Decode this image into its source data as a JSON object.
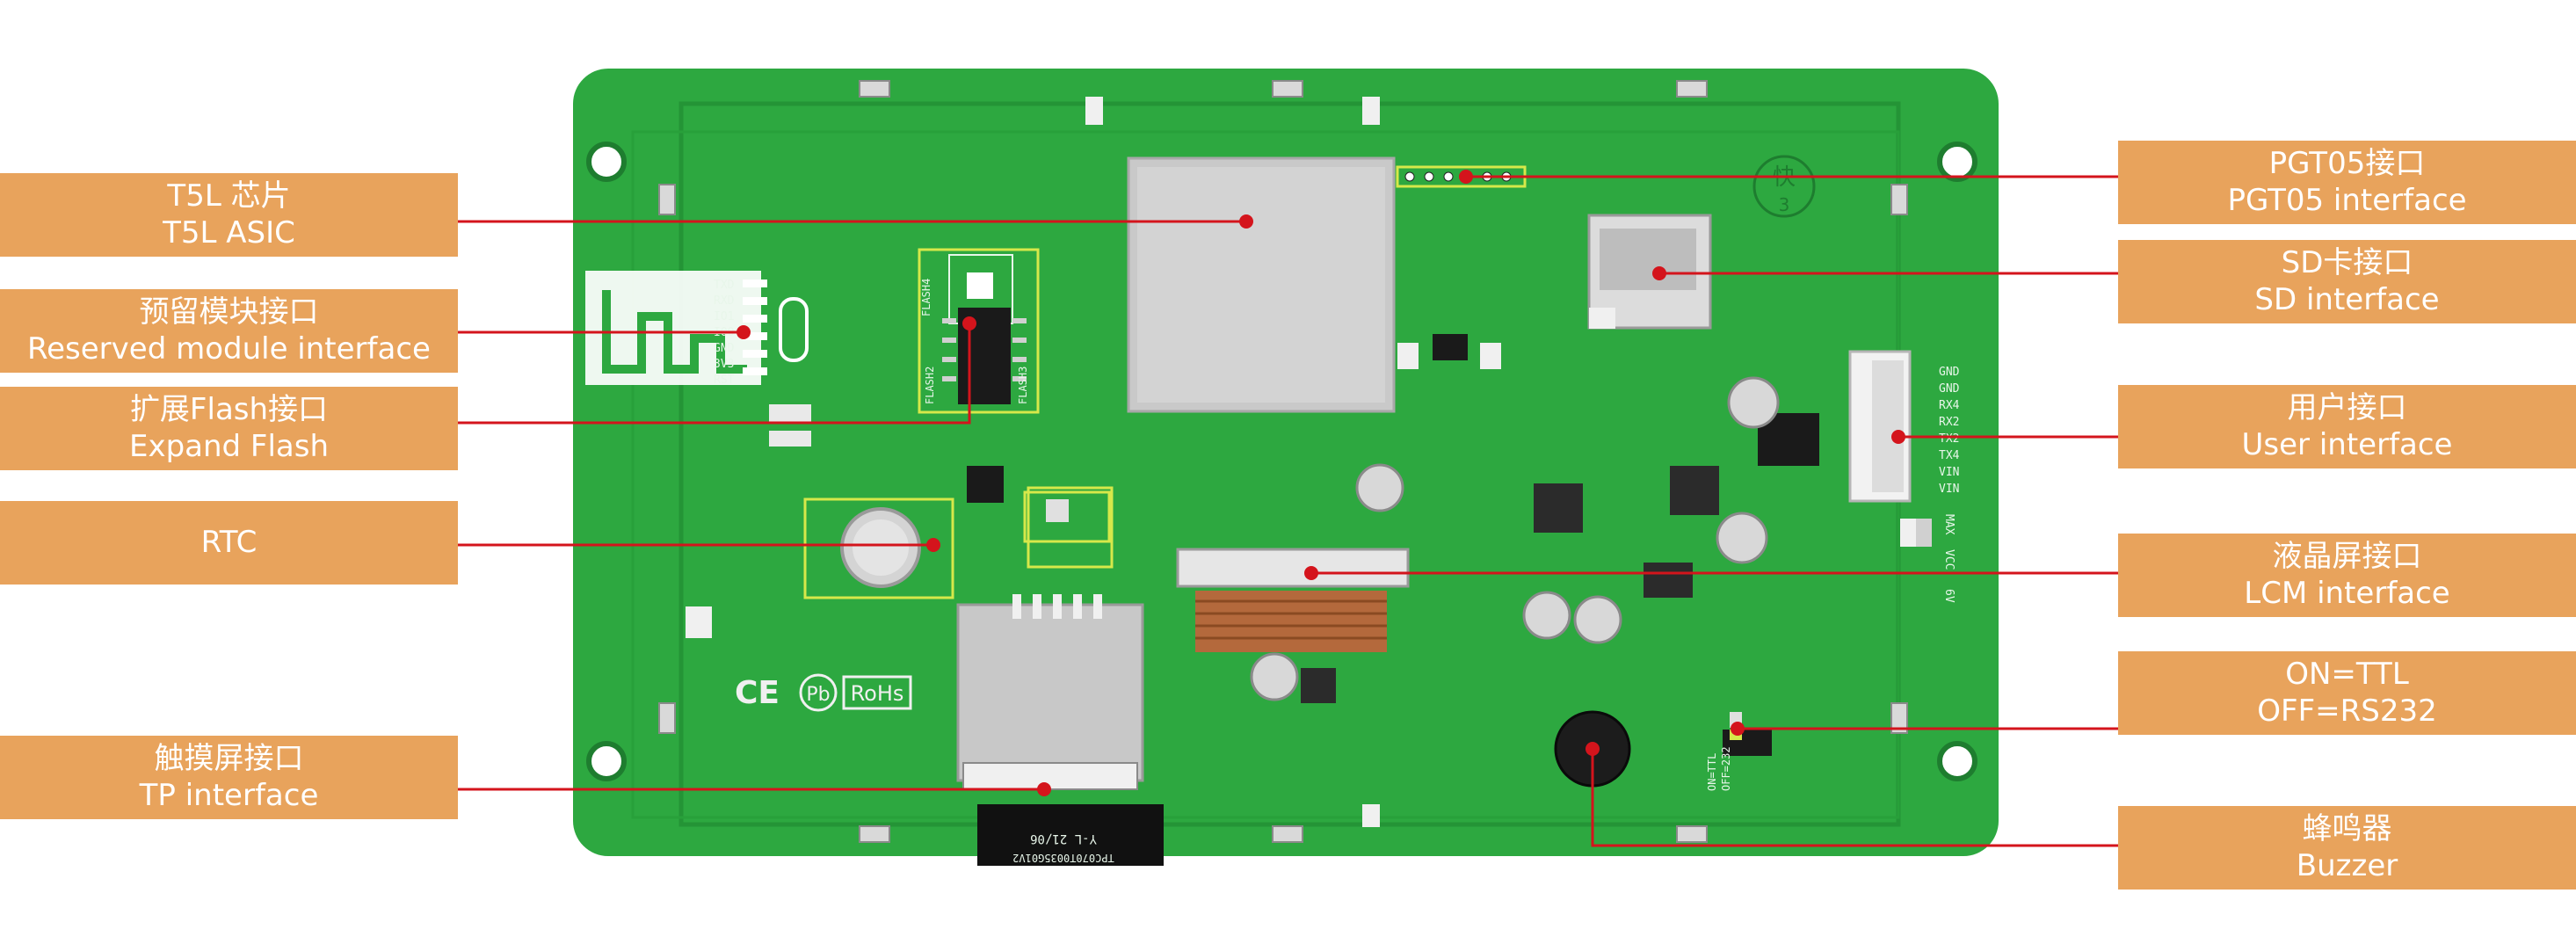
{
  "colors": {
    "label_bg": "#e8a35c",
    "label_text": "#ffffff",
    "leader_line": "#d4141c",
    "board": "#2da840",
    "highlight": "#d6e84a"
  },
  "labels": {
    "t5l": {
      "zh": "T5L 芯片",
      "en": "T5L ASIC"
    },
    "reserved": {
      "zh": "预留模块接口",
      "en": "Reserved module interface"
    },
    "flash": {
      "zh": "扩展Flash接口",
      "en": "Expand Flash"
    },
    "rtc": {
      "zh": "RTC"
    },
    "tp": {
      "zh": "触摸屏接口",
      "en": "TP interface"
    },
    "pgt05": {
      "zh": "PGT05接口",
      "en": "PGT05 interface"
    },
    "sd": {
      "zh": "SD卡接口",
      "en": "SD interface"
    },
    "user": {
      "zh": "用户接口",
      "en": "User interface"
    },
    "lcm": {
      "zh": "液晶屏接口",
      "en": "LCM interface"
    },
    "ttl": {
      "zh": "ON=TTL",
      "en": "OFF=RS232"
    },
    "buzzer": {
      "zh": "蜂鸣器",
      "en": "Buzzer"
    }
  },
  "silkscreen": {
    "module_pins": [
      "TXD",
      "RXD",
      "IO1",
      "IO0",
      "GND",
      "3V3",
      "RST"
    ],
    "user_pins": [
      "GND",
      "GND",
      "RX4",
      "RX2",
      "TX2",
      "TX4",
      "VIN",
      "VIN"
    ],
    "flash_marks": [
      "FLASH2",
      "FLASH3",
      "FLASH4"
    ],
    "cert": [
      "CE",
      "Pb",
      "RoHs"
    ],
    "ttl_marks": [
      "ON=TTL",
      "OFF=232"
    ],
    "side_marks": [
      "MAX",
      "VCC",
      "6V"
    ],
    "seal": [
      "快",
      "3"
    ],
    "fpc_marks": [
      "Y-L 21/06",
      "TPC070T0035G01V2"
    ]
  }
}
